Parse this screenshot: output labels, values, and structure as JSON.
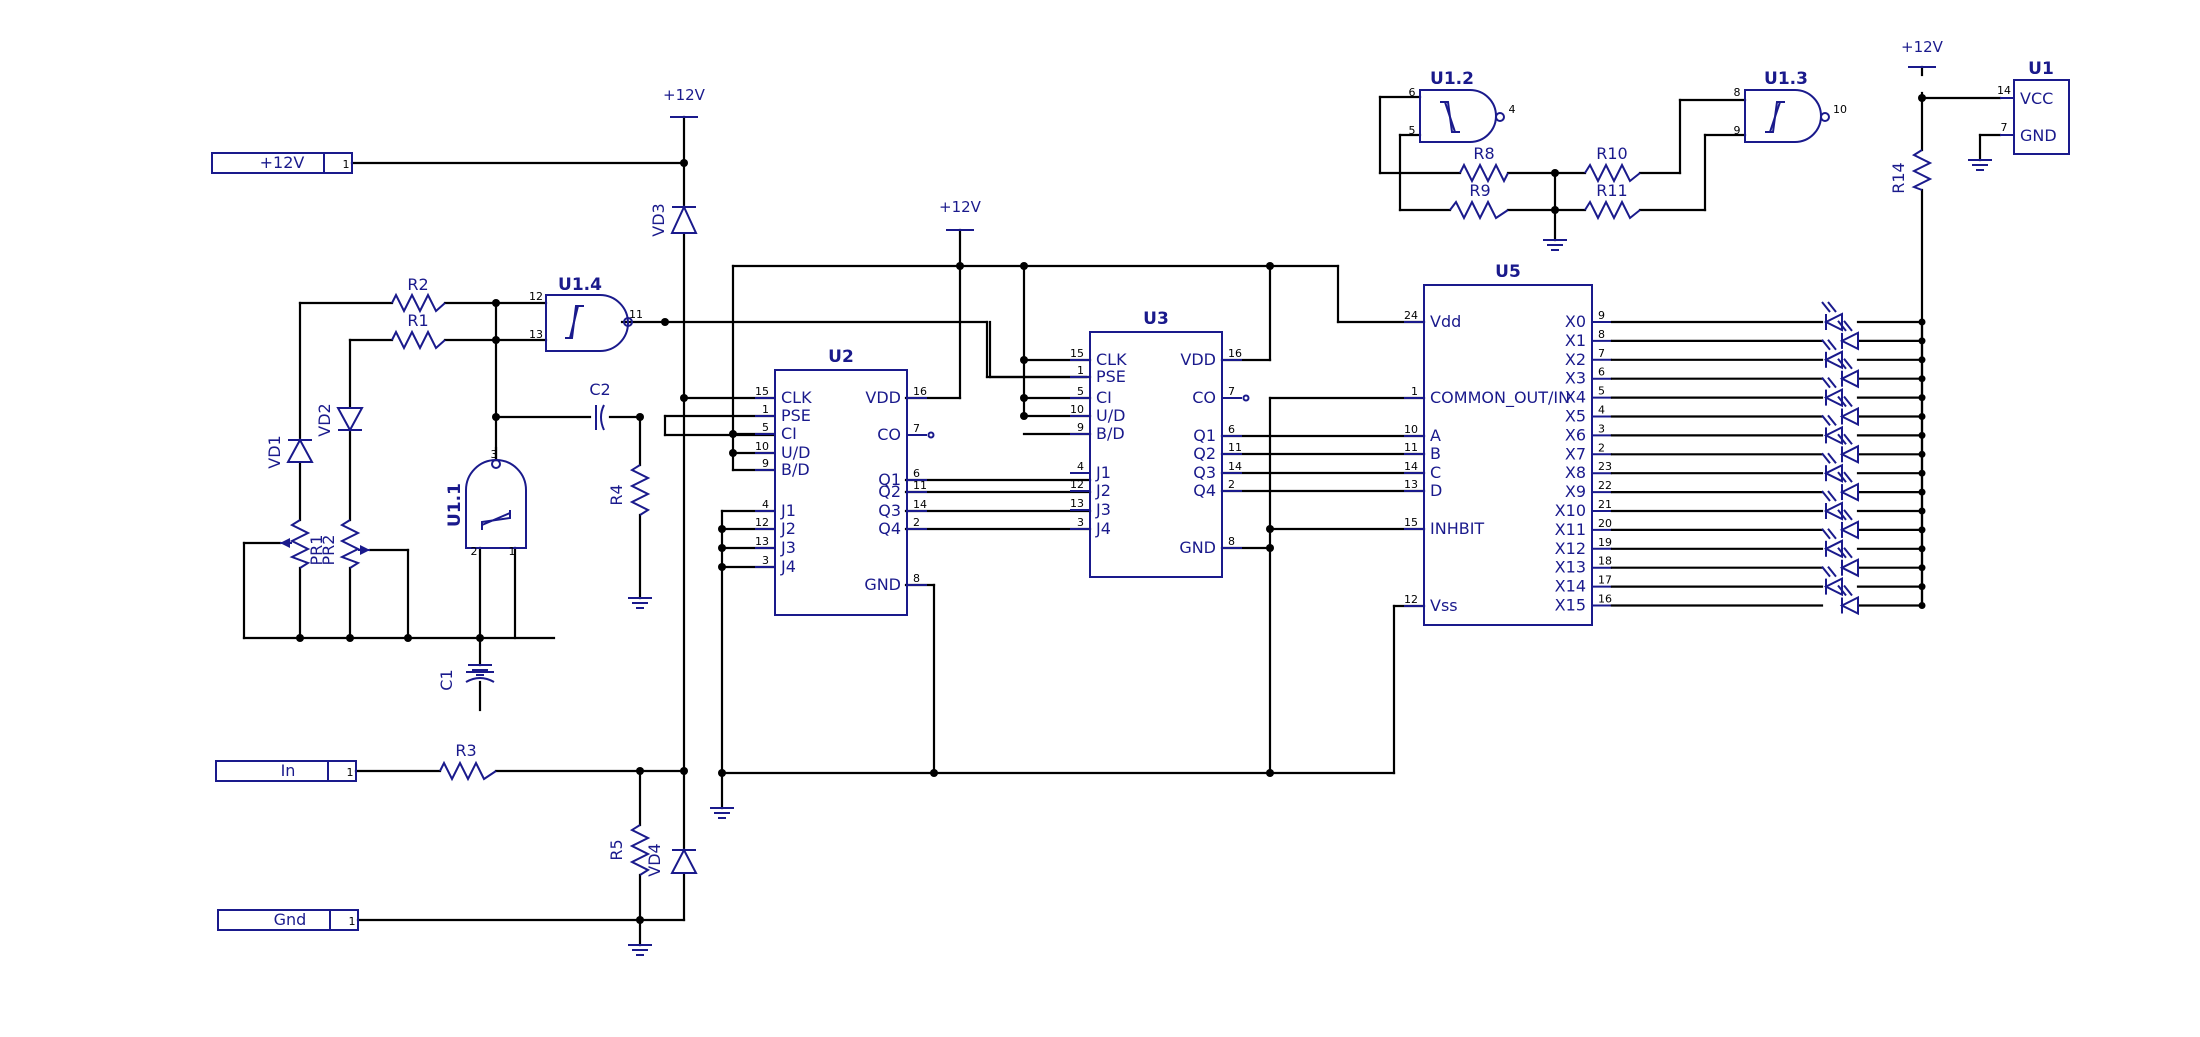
{
  "title": "",
  "rails": {
    "vcc": "+12V"
  },
  "connectors": [
    {
      "id": "J_vcc",
      "label": "+12V",
      "pin": "1"
    },
    {
      "id": "J_in",
      "label": "In",
      "pin": "1"
    },
    {
      "id": "J_gnd",
      "label": "Gnd",
      "pin": "1"
    }
  ],
  "resistors": [
    "R1",
    "R2",
    "R3",
    "R4",
    "R5",
    "R8",
    "R9",
    "R10",
    "R11",
    "R14"
  ],
  "pots": [
    "PR1",
    "PR2"
  ],
  "diodes": [
    "VD1",
    "VD2",
    "VD3",
    "VD4"
  ],
  "caps": [
    "C1",
    "C2"
  ],
  "gates": [
    {
      "ref": "U1.1",
      "pins": [
        "3",
        "2",
        "1"
      ]
    },
    {
      "ref": "U1.2",
      "pins": [
        "6",
        "5",
        "4"
      ]
    },
    {
      "ref": "U1.3",
      "pins": [
        "8",
        "9",
        "10"
      ]
    },
    {
      "ref": "U1.4",
      "pins": [
        "12",
        "13",
        "11"
      ]
    }
  ],
  "u1": {
    "ref": "U1",
    "pins": [
      {
        "num": "14",
        "name": "VCC"
      },
      {
        "num": "7",
        "name": "GND"
      }
    ]
  },
  "u2": {
    "ref": "U2",
    "left": [
      {
        "num": "15",
        "name": "CLK"
      },
      {
        "num": "1",
        "name": "PSE"
      },
      {
        "num": "5",
        "name": "CI"
      },
      {
        "num": "10",
        "name": "U/D"
      },
      {
        "num": "9",
        "name": "B/D"
      },
      {
        "num": "4",
        "name": "J1"
      },
      {
        "num": "12",
        "name": "J2"
      },
      {
        "num": "13",
        "name": "J3"
      },
      {
        "num": "3",
        "name": "J4"
      }
    ],
    "right": [
      {
        "num": "16",
        "name": "VDD"
      },
      {
        "num": "7",
        "name": "CO"
      },
      {
        "num": "6",
        "name": "Q1"
      },
      {
        "num": "11",
        "name": "Q2"
      },
      {
        "num": "14",
        "name": "Q3"
      },
      {
        "num": "2",
        "name": "Q4"
      },
      {
        "num": "8",
        "name": "GND"
      }
    ]
  },
  "u3": {
    "ref": "U3",
    "left": [
      {
        "num": "15",
        "name": "CLK"
      },
      {
        "num": "1",
        "name": "PSE"
      },
      {
        "num": "5",
        "name": "CI"
      },
      {
        "num": "10",
        "name": "U/D"
      },
      {
        "num": "9",
        "name": "B/D"
      },
      {
        "num": "4",
        "name": "J1"
      },
      {
        "num": "12",
        "name": "J2"
      },
      {
        "num": "13",
        "name": "J3"
      },
      {
        "num": "3",
        "name": "J4"
      }
    ],
    "right": [
      {
        "num": "16",
        "name": "VDD"
      },
      {
        "num": "7",
        "name": "CO"
      },
      {
        "num": "6",
        "name": "Q1"
      },
      {
        "num": "11",
        "name": "Q2"
      },
      {
        "num": "14",
        "name": "Q3"
      },
      {
        "num": "2",
        "name": "Q4"
      },
      {
        "num": "8",
        "name": "GND"
      }
    ]
  },
  "u5": {
    "ref": "U5",
    "left": [
      {
        "num": "24",
        "name": "Vdd"
      },
      {
        "num": "1",
        "name": "COMMON_OUT/IN"
      },
      {
        "num": "10",
        "name": "A"
      },
      {
        "num": "11",
        "name": "B"
      },
      {
        "num": "14",
        "name": "C"
      },
      {
        "num": "13",
        "name": "D"
      },
      {
        "num": "15",
        "name": "INHBIT"
      },
      {
        "num": "12",
        "name": "Vss"
      }
    ],
    "right": [
      {
        "num": "9",
        "name": "X0"
      },
      {
        "num": "8",
        "name": "X1"
      },
      {
        "num": "7",
        "name": "X2"
      },
      {
        "num": "6",
        "name": "X3"
      },
      {
        "num": "5",
        "name": "X4"
      },
      {
        "num": "4",
        "name": "X5"
      },
      {
        "num": "3",
        "name": "X6"
      },
      {
        "num": "2",
        "name": "X7"
      },
      {
        "num": "23",
        "name": "X8"
      },
      {
        "num": "22",
        "name": "X9"
      },
      {
        "num": "21",
        "name": "X10"
      },
      {
        "num": "20",
        "name": "X11"
      },
      {
        "num": "19",
        "name": "X12"
      },
      {
        "num": "18",
        "name": "X13"
      },
      {
        "num": "17",
        "name": "X14"
      },
      {
        "num": "16",
        "name": "X15"
      }
    ]
  }
}
